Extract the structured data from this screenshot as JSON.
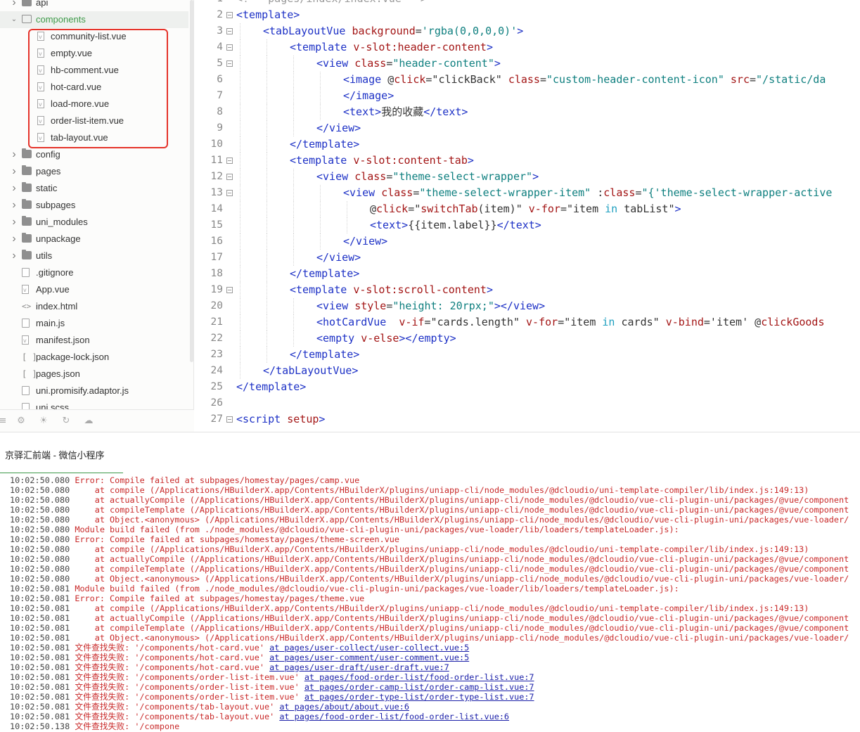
{
  "explorer": {
    "items": [
      {
        "name": "api",
        "type": "folder",
        "state": "closed",
        "depth": 0
      },
      {
        "name": "components",
        "type": "folder",
        "state": "open",
        "depth": 0,
        "selected": true
      },
      {
        "name": "community-list.vue",
        "type": "vue",
        "depth": 1
      },
      {
        "name": "empty.vue",
        "type": "vue",
        "depth": 1
      },
      {
        "name": "hb-comment.vue",
        "type": "vue",
        "depth": 1
      },
      {
        "name": "hot-card.vue",
        "type": "vue",
        "depth": 1
      },
      {
        "name": "load-more.vue",
        "type": "vue",
        "depth": 1
      },
      {
        "name": "order-list-item.vue",
        "type": "vue",
        "depth": 1
      },
      {
        "name": "tab-layout.vue",
        "type": "vue",
        "depth": 1
      },
      {
        "name": "config",
        "type": "folder",
        "state": "closed",
        "depth": 0
      },
      {
        "name": "pages",
        "type": "folder",
        "state": "closed",
        "depth": 0
      },
      {
        "name": "static",
        "type": "folder",
        "state": "closed",
        "depth": 0
      },
      {
        "name": "subpages",
        "type": "folder",
        "state": "closed",
        "depth": 0
      },
      {
        "name": "uni_modules",
        "type": "folder",
        "state": "closed",
        "depth": 0
      },
      {
        "name": "unpackage",
        "type": "folder",
        "state": "closed",
        "depth": 0
      },
      {
        "name": "utils",
        "type": "folder",
        "state": "closed",
        "depth": 0
      },
      {
        "name": ".gitignore",
        "type": "file",
        "depth": 0
      },
      {
        "name": "App.vue",
        "type": "vue",
        "depth": 0
      },
      {
        "name": "index.html",
        "type": "html",
        "depth": 0
      },
      {
        "name": "main.js",
        "type": "file",
        "depth": 0
      },
      {
        "name": "manifest.json",
        "type": "vue",
        "depth": 0
      },
      {
        "name": "package-lock.json",
        "type": "json",
        "depth": 0
      },
      {
        "name": "pages.json",
        "type": "json",
        "depth": 0
      },
      {
        "name": "uni.promisify.adaptor.js",
        "type": "file",
        "depth": 0
      },
      {
        "name": "uni.scss",
        "type": "file",
        "depth": 0
      }
    ],
    "tool_icons": [
      "collapse-icon",
      "bug-icon",
      "gear-icon",
      "refresh-icon",
      "cloud-icon"
    ]
  },
  "editor": {
    "lines": [
      {
        "n": "1",
        "fold": false,
        "indent": 0,
        "segs": [
          [
            "c",
            "<!-- pages/index/index.vue -->"
          ]
        ]
      },
      {
        "n": "2",
        "fold": true,
        "indent": 0,
        "segs": [
          [
            "t",
            "<template>"
          ]
        ]
      },
      {
        "n": "3",
        "fold": true,
        "indent": 1,
        "segs": [
          [
            "t",
            "<tabLayoutVue "
          ],
          [
            "a",
            "background"
          ],
          [
            "p",
            "="
          ],
          [
            "s",
            "'rgba(0,0,0,0)'"
          ],
          [
            "t",
            ">"
          ]
        ]
      },
      {
        "n": "4",
        "fold": true,
        "indent": 2,
        "segs": [
          [
            "t",
            "<template "
          ],
          [
            "a",
            "v-slot:header-content"
          ],
          [
            "t",
            ">"
          ]
        ]
      },
      {
        "n": "5",
        "fold": true,
        "indent": 3,
        "segs": [
          [
            "t",
            "<view "
          ],
          [
            "a",
            "class"
          ],
          [
            "p",
            "="
          ],
          [
            "s",
            "\"header-content\""
          ],
          [
            "t",
            ">"
          ]
        ]
      },
      {
        "n": "6",
        "fold": false,
        "indent": 4,
        "segs": [
          [
            "t",
            "<image "
          ],
          [
            "p",
            "@"
          ],
          [
            "a",
            "click"
          ],
          [
            "p",
            "=\"clickBack\" "
          ],
          [
            "a",
            "class"
          ],
          [
            "p",
            "="
          ],
          [
            "s",
            "\"custom-header-content-icon\" "
          ],
          [
            "a",
            "src"
          ],
          [
            "p",
            "="
          ],
          [
            "s",
            "\"/static/da"
          ]
        ]
      },
      {
        "n": "7",
        "fold": false,
        "indent": 4,
        "segs": [
          [
            "t",
            "</image>"
          ]
        ]
      },
      {
        "n": "8",
        "fold": false,
        "indent": 4,
        "segs": [
          [
            "t",
            "<text>"
          ],
          [
            "p",
            "我的收藏"
          ],
          [
            "t",
            "</text>"
          ]
        ]
      },
      {
        "n": "9",
        "fold": false,
        "indent": 3,
        "segs": [
          [
            "t",
            "</view>"
          ]
        ]
      },
      {
        "n": "10",
        "fold": false,
        "indent": 2,
        "segs": [
          [
            "t",
            "</template>"
          ]
        ]
      },
      {
        "n": "11",
        "fold": true,
        "indent": 2,
        "segs": [
          [
            "t",
            "<template "
          ],
          [
            "a",
            "v-slot:content-tab"
          ],
          [
            "t",
            ">"
          ]
        ]
      },
      {
        "n": "12",
        "fold": true,
        "indent": 3,
        "segs": [
          [
            "t",
            "<view "
          ],
          [
            "a",
            "class"
          ],
          [
            "p",
            "="
          ],
          [
            "s",
            "\"theme-select-wrapper\""
          ],
          [
            "t",
            ">"
          ]
        ]
      },
      {
        "n": "13",
        "fold": true,
        "indent": 4,
        "segs": [
          [
            "t",
            "<view "
          ],
          [
            "a",
            "class"
          ],
          [
            "p",
            "="
          ],
          [
            "s",
            "\"theme-select-wrapper-item\" "
          ],
          [
            "p",
            ":"
          ],
          [
            "a",
            "class"
          ],
          [
            "p",
            "="
          ],
          [
            "s",
            "\"{'theme-select-wrapper-active"
          ]
        ]
      },
      {
        "n": "14",
        "fold": false,
        "indent": 5,
        "segs": [
          [
            "p",
            "@"
          ],
          [
            "a",
            "click"
          ],
          [
            "p",
            "=\""
          ],
          [
            "a",
            "switchTab"
          ],
          [
            "p",
            "(item)\" "
          ],
          [
            "a",
            "v-for"
          ],
          [
            "p",
            "=\"item "
          ],
          [
            "k",
            "in"
          ],
          [
            "p",
            " tabList\""
          ],
          [
            "t",
            ">"
          ]
        ]
      },
      {
        "n": "15",
        "fold": false,
        "indent": 5,
        "segs": [
          [
            "t",
            "<text>"
          ],
          [
            "p",
            "{{item.label}}"
          ],
          [
            "t",
            "</text>"
          ]
        ]
      },
      {
        "n": "16",
        "fold": false,
        "indent": 4,
        "segs": [
          [
            "t",
            "</view>"
          ]
        ]
      },
      {
        "n": "17",
        "fold": false,
        "indent": 3,
        "segs": [
          [
            "t",
            "</view>"
          ]
        ]
      },
      {
        "n": "18",
        "fold": false,
        "indent": 2,
        "segs": [
          [
            "t",
            "</template>"
          ]
        ]
      },
      {
        "n": "19",
        "fold": true,
        "indent": 2,
        "segs": [
          [
            "t",
            "<template "
          ],
          [
            "a",
            "v-slot:scroll-content"
          ],
          [
            "t",
            ">"
          ]
        ]
      },
      {
        "n": "20",
        "fold": false,
        "indent": 3,
        "segs": [
          [
            "t",
            "<view "
          ],
          [
            "a",
            "style"
          ],
          [
            "p",
            "="
          ],
          [
            "s",
            "\"height: 20rpx;\""
          ],
          [
            "t",
            "></view>"
          ]
        ]
      },
      {
        "n": "21",
        "fold": false,
        "indent": 3,
        "segs": [
          [
            "t",
            "<hotCardVue  "
          ],
          [
            "a",
            "v-if"
          ],
          [
            "p",
            "=\"cards.length\" "
          ],
          [
            "a",
            "v-for"
          ],
          [
            "p",
            "=\"item "
          ],
          [
            "k",
            "in"
          ],
          [
            "p",
            " cards\" "
          ],
          [
            "a",
            "v-bind"
          ],
          [
            "p",
            "='item' @"
          ],
          [
            "a",
            "clickGoods"
          ]
        ]
      },
      {
        "n": "22",
        "fold": false,
        "indent": 3,
        "segs": [
          [
            "t",
            "<empty "
          ],
          [
            "a",
            "v-else"
          ],
          [
            "t",
            "></empty>"
          ]
        ]
      },
      {
        "n": "23",
        "fold": false,
        "indent": 2,
        "segs": [
          [
            "t",
            "</template>"
          ]
        ]
      },
      {
        "n": "24",
        "fold": false,
        "indent": 1,
        "segs": [
          [
            "t",
            "</tabLayoutVue>"
          ]
        ]
      },
      {
        "n": "25",
        "fold": false,
        "indent": 0,
        "segs": [
          [
            "t",
            "</template>"
          ]
        ]
      },
      {
        "n": "26",
        "fold": false,
        "indent": 0,
        "segs": []
      },
      {
        "n": "27",
        "fold": true,
        "indent": 0,
        "segs": [
          [
            "t",
            "<script "
          ],
          [
            "a",
            "setup"
          ],
          [
            "t",
            ">"
          ]
        ]
      }
    ]
  },
  "console": {
    "tab_label": "京驿汇前端 - 微信小程序",
    "lines": [
      {
        "ts": "10:02:50.080",
        "msg": "Error: Compile failed at subpages/homestay/pages/camp.vue"
      },
      {
        "ts": "10:02:50.080",
        "msg": "    at compile (/Applications/HBuilderX.app/Contents/HBuilderX/plugins/uniapp-cli/node_modules/@dcloudio/uni-template-compiler/lib/index.js:149:13)"
      },
      {
        "ts": "10:02:50.080",
        "msg": "    at actuallyCompile (/Applications/HBuilderX.app/Contents/HBuilderX/plugins/uniapp-cli/node_modules/@dcloudio/vue-cli-plugin-uni/packages/@vue/component"
      },
      {
        "ts": "10:02:50.080",
        "msg": "    at compileTemplate (/Applications/HBuilderX.app/Contents/HBuilderX/plugins/uniapp-cli/node_modules/@dcloudio/vue-cli-plugin-uni/packages/@vue/component"
      },
      {
        "ts": "10:02:50.080",
        "msg": "    at Object.<anonymous> (/Applications/HBuilderX.app/Contents/HBuilderX/plugins/uniapp-cli/node_modules/@dcloudio/vue-cli-plugin-uni/packages/vue-loader/"
      },
      {
        "ts": "10:02:50.080",
        "msg": "Module build failed (from ./node_modules/@dcloudio/vue-cli-plugin-uni/packages/vue-loader/lib/loaders/templateLoader.js):"
      },
      {
        "ts": "10:02:50.080",
        "msg": "Error: Compile failed at subpages/homestay/pages/theme-screen.vue"
      },
      {
        "ts": "10:02:50.080",
        "msg": "    at compile (/Applications/HBuilderX.app/Contents/HBuilderX/plugins/uniapp-cli/node_modules/@dcloudio/uni-template-compiler/lib/index.js:149:13)"
      },
      {
        "ts": "10:02:50.080",
        "msg": "    at actuallyCompile (/Applications/HBuilderX.app/Contents/HBuilderX/plugins/uniapp-cli/node_modules/@dcloudio/vue-cli-plugin-uni/packages/@vue/component"
      },
      {
        "ts": "10:02:50.080",
        "msg": "    at compileTemplate (/Applications/HBuilderX.app/Contents/HBuilderX/plugins/uniapp-cli/node_modules/@dcloudio/vue-cli-plugin-uni/packages/@vue/component"
      },
      {
        "ts": "10:02:50.080",
        "msg": "    at Object.<anonymous> (/Applications/HBuilderX.app/Contents/HBuilderX/plugins/uniapp-cli/node_modules/@dcloudio/vue-cli-plugin-uni/packages/vue-loader/"
      },
      {
        "ts": "10:02:50.081",
        "msg": "Module build failed (from ./node_modules/@dcloudio/vue-cli-plugin-uni/packages/vue-loader/lib/loaders/templateLoader.js):"
      },
      {
        "ts": "10:02:50.081",
        "msg": "Error: Compile failed at subpages/homestay/pages/theme.vue"
      },
      {
        "ts": "10:02:50.081",
        "msg": "    at compile (/Applications/HBuilderX.app/Contents/HBuilderX/plugins/uniapp-cli/node_modules/@dcloudio/uni-template-compiler/lib/index.js:149:13)"
      },
      {
        "ts": "10:02:50.081",
        "msg": "    at actuallyCompile (/Applications/HBuilderX.app/Contents/HBuilderX/plugins/uniapp-cli/node_modules/@dcloudio/vue-cli-plugin-uni/packages/@vue/component"
      },
      {
        "ts": "10:02:50.081",
        "msg": "    at compileTemplate (/Applications/HBuilderX.app/Contents/HBuilderX/plugins/uniapp-cli/node_modules/@dcloudio/vue-cli-plugin-uni/packages/@vue/component"
      },
      {
        "ts": "10:02:50.081",
        "msg": "    at Object.<anonymous> (/Applications/HBuilderX.app/Contents/HBuilderX/plugins/uniapp-cli/node_modules/@dcloudio/vue-cli-plugin-uni/packages/vue-loader/"
      },
      {
        "ts": "10:02:50.081",
        "msg": "文件查找失败: '/components/hot-card.vue' ",
        "link": "at pages/user-collect/user-collect.vue:5"
      },
      {
        "ts": "10:02:50.081",
        "msg": "文件查找失败: '/components/hot-card.vue' ",
        "link": "at pages/user-comment/user-comment.vue:5"
      },
      {
        "ts": "10:02:50.081",
        "msg": "文件查找失败: '/components/hot-card.vue' ",
        "link": "at pages/user-draft/user-draft.vue:7"
      },
      {
        "ts": "10:02:50.081",
        "msg": "文件查找失败: '/components/order-list-item.vue' ",
        "link": "at pages/food-order-list/food-order-list.vue:7"
      },
      {
        "ts": "10:02:50.081",
        "msg": "文件查找失败: '/components/order-list-item.vue' ",
        "link": "at pages/order-camp-list/order-camp-list.vue:7"
      },
      {
        "ts": "10:02:50.081",
        "msg": "文件查找失败: '/components/order-list-item.vue' ",
        "link": "at pages/order-type-list/order-type-list.vue:7"
      },
      {
        "ts": "10:02:50.081",
        "msg": "文件查找失败: '/components/tab-layout.vue' ",
        "link": "at pages/about/about.vue:6"
      },
      {
        "ts": "10:02:50.081",
        "msg": "文件查找失败: '/components/tab-layout.vue' ",
        "link": "at pages/food-order-list/food-order-list.vue:6"
      },
      {
        "ts": "10:02:50.138",
        "msg": "文件查找失败: '/compone"
      }
    ]
  },
  "colors": {
    "accent_green": "#3f9a4a",
    "highlight_red": "#e5332a",
    "error_red": "#c92a2a",
    "tag_blue": "#1d31c6",
    "attr_red": "#a31515",
    "string_teal": "#0e7f7f"
  }
}
